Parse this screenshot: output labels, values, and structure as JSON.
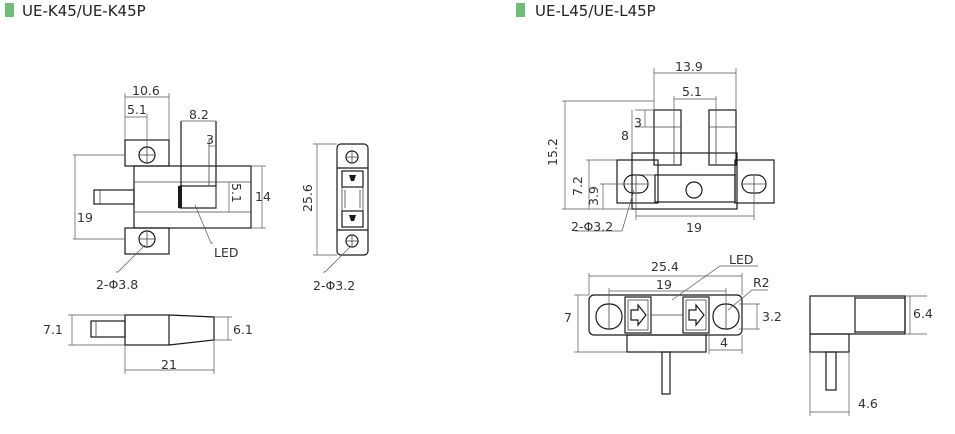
{
  "accent_color": "#6cbf74",
  "left": {
    "title": "UE-K45/UE-K45P",
    "dims": {
      "d10_6": "10.6",
      "d5_1a": "5.1",
      "d8_2": "8.2",
      "d3": "3",
      "d5_1b": "5.1",
      "d14": "14",
      "d19": "19",
      "d25_6": "25.6",
      "d7_1": "7.1",
      "d6_1": "6.1",
      "d21": "21"
    },
    "led_label": "LED",
    "hole_front": "2-Φ3.8",
    "hole_side": "2-Φ3.2"
  },
  "right": {
    "title": "UE-L45/UE-L45P",
    "dims": {
      "d13_9": "13.9",
      "d5_1": "5.1",
      "d3": "3",
      "d8": "8",
      "d15_2": "15.2",
      "d7_2": "7.2",
      "d3_9": "3.9",
      "d19a": "19",
      "d25_4": "25.4",
      "d19b": "19",
      "d7": "7",
      "d3_2": "3.2",
      "d4": "4",
      "d6_4": "6.4",
      "d4_6": "4.6"
    },
    "led_label": "LED",
    "r2": "R2",
    "hole": "2-Φ3.2"
  }
}
